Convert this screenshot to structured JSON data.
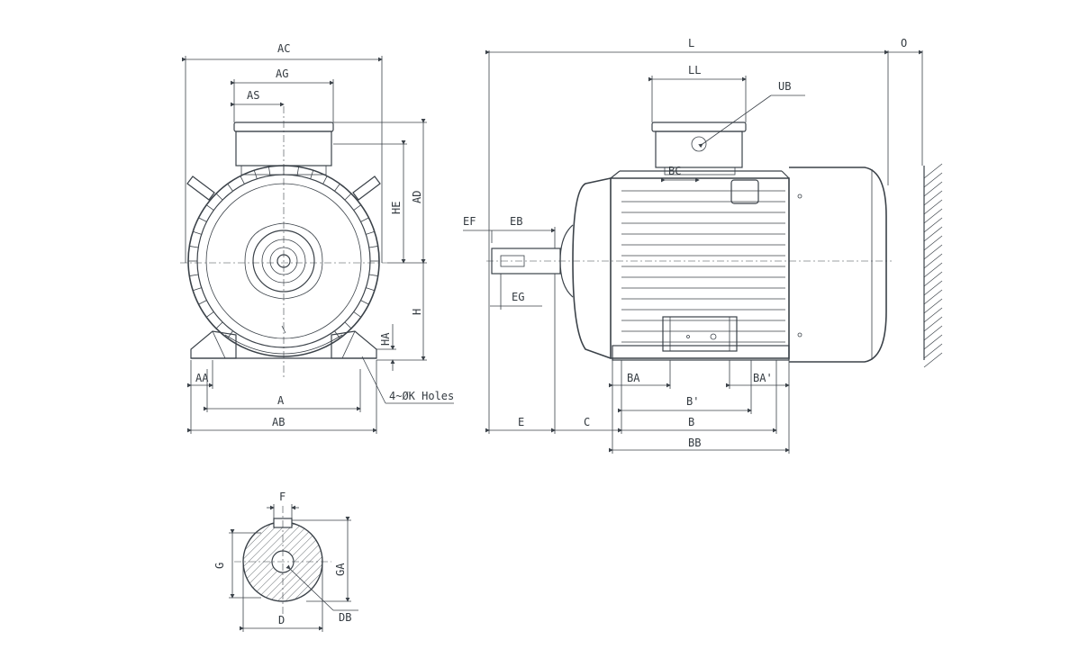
{
  "labels": {
    "AC": "AC",
    "AG": "AG",
    "AS": "AS",
    "HE": "HE",
    "AD": "AD",
    "H": "H",
    "HA": "HA",
    "AA": "AA",
    "A": "A",
    "AB": "AB",
    "holes": "4~ØK Holes",
    "L": "L",
    "O": "O",
    "LL": "LL",
    "UB": "UB",
    "BC": "BC",
    "EF": "EF",
    "EB": "EB",
    "EG": "EG",
    "BA": "BA",
    "BA2": "BA'",
    "B2": "B'",
    "E": "E",
    "C": "C",
    "B": "B",
    "BB": "BB",
    "F": "F",
    "G": "G",
    "GA": "GA",
    "D": "D",
    "DB": "DB"
  },
  "colors": {
    "line": "#3b4249",
    "text": "#333a40",
    "background": "#ffffff"
  }
}
